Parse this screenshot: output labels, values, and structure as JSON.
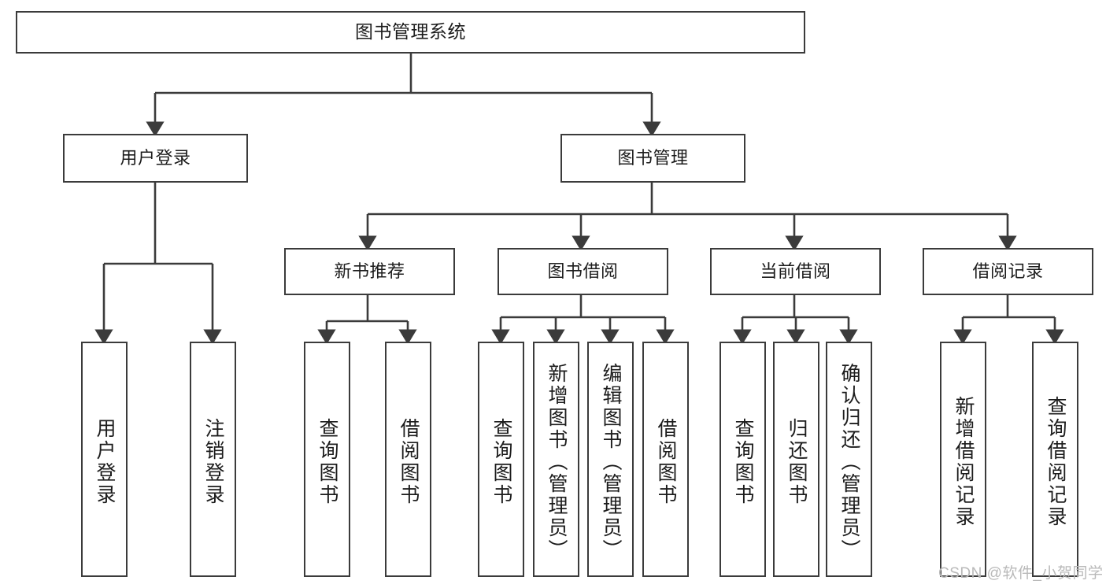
{
  "diagram": {
    "title": "图书管理系统",
    "type": "tree-structure-chart",
    "colors": {
      "stroke": "#3b3b3b",
      "fill": "#ffffff",
      "text": "#1c1c1c",
      "watermark": "#b9b9b9"
    },
    "levels": {
      "root": "图书管理系统",
      "level1": [
        "用户登录",
        "图书管理"
      ],
      "level2": [
        "新书推荐",
        "图书借阅",
        "当前借阅",
        "借阅记录"
      ]
    },
    "nodes": {
      "root": {
        "label": "图书管理系统"
      },
      "user_login": {
        "label": "用户登录"
      },
      "book_manage": {
        "label": "图书管理"
      },
      "new_book_rec": {
        "label": "新书推荐"
      },
      "book_borrow": {
        "label": "图书借阅"
      },
      "current_borrow": {
        "label": "当前借阅"
      },
      "borrow_record": {
        "label": "借阅记录"
      },
      "leaf_user_login": {
        "label": "用户登录"
      },
      "leaf_logout": {
        "label": "注销登录"
      },
      "leaf_query_book_a": {
        "label": "查询图书"
      },
      "leaf_borrow_book_a": {
        "label": "借阅图书"
      },
      "leaf_query_book_b": {
        "label": "查询图书"
      },
      "leaf_add_book": {
        "label": "新增图书（管理员）"
      },
      "leaf_edit_book": {
        "label": "编辑图书（管理员）"
      },
      "leaf_borrow_book_b": {
        "label": "借阅图书"
      },
      "leaf_query_book_c": {
        "label": "查询图书"
      },
      "leaf_return_book": {
        "label": "归还图书"
      },
      "leaf_confirm_return": {
        "label": "确认归还（管理员）"
      },
      "leaf_add_record": {
        "label": "新增借阅记录"
      },
      "leaf_query_record": {
        "label": "查询借阅记录"
      }
    },
    "watermark": "CSDN @软件_小贺同学"
  }
}
